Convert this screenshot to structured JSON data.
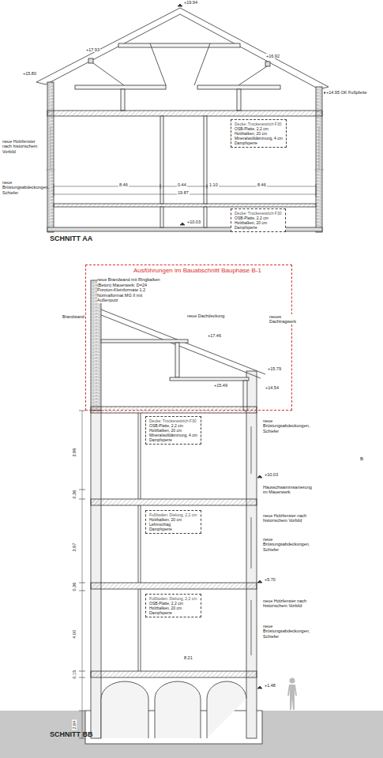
{
  "diagram": {
    "nodes": [
      {
        "text": [
          "Decke: Trockenestrich F30",
          "OSB-Platte, 2,2 cm",
          "Holzbalken, 20 cm",
          "Mineralwolldämmung, 4 cm",
          "Dampfsperre"
        ]
      },
      {
        "text": [
          "Decke: Trockenestrich F30",
          "OSB-Platte, 2,2 cm",
          "Holzbalken, 20 cm",
          "Dampfsperre"
        ]
      },
      {
        "text": [
          "Ausführungen im Bauabschnitt Bauphase B-1",
          "neue Brandwand mit Ringbalken (Beton) Mauerwerk: D=24 Poroton-Kleinformate 1.2 Normalformat MG II mit Außenputz"
        ]
      },
      {
        "text": [
          "Decke: Trockenestrich F30",
          "OSB-Platte, 2,2 cm",
          "Holzbalken, 20 cm",
          "Mineralwolldämmung, 4 cm",
          "Dampfsperre"
        ]
      },
      {
        "text": [
          "Fußboden: Dielung, 2,2 cm",
          "Holzbalken, 20 cm",
          "Lehmschlag",
          "Dampfsperre"
        ]
      },
      {
        "text": [
          "Fußboden: Dielung, 2,2 cm",
          "OSB-Platte, 2,2 cm",
          "Holzbalken, 20 cm",
          "Dampfsperre"
        ]
      }
    ],
    "labels": [
      "+19.94",
      "+17.93",
      "+16.92",
      "+15.80",
      "+14.95 OK Fußpfette",
      "neue Holzfenster nach historischem Vorbild",
      "neue Brüstungsabdeckungen, Schiefer",
      "8.46",
      "0.44",
      "1.10",
      "8.46",
      "19.87",
      "+10.03",
      "SCHNITT AA",
      "neue Dachdeckung",
      "neues Dachtragwerk",
      "+17.46",
      "+15.79",
      "+15.49",
      "+14.54",
      "Brandwand",
      "3.99",
      "0.36",
      "3.97",
      "0.36",
      "4.00",
      "0.15",
      "2.64",
      "neue Brüstungsabdeckungen, Schiefer",
      "+10.03",
      "Hausschwammsanierung im Mauerwerk",
      "neue Holzfenster nach historischem Vorbild",
      "neue Brüstungsabdeckungen, Schiefer",
      "+5.70",
      "neue Holzfenster nach historischem Vorbild",
      "neue Brüstungsabdeckungen, Schiefer",
      "+1.48",
      "8.21",
      "B",
      "SCHNITT BB"
    ]
  }
}
